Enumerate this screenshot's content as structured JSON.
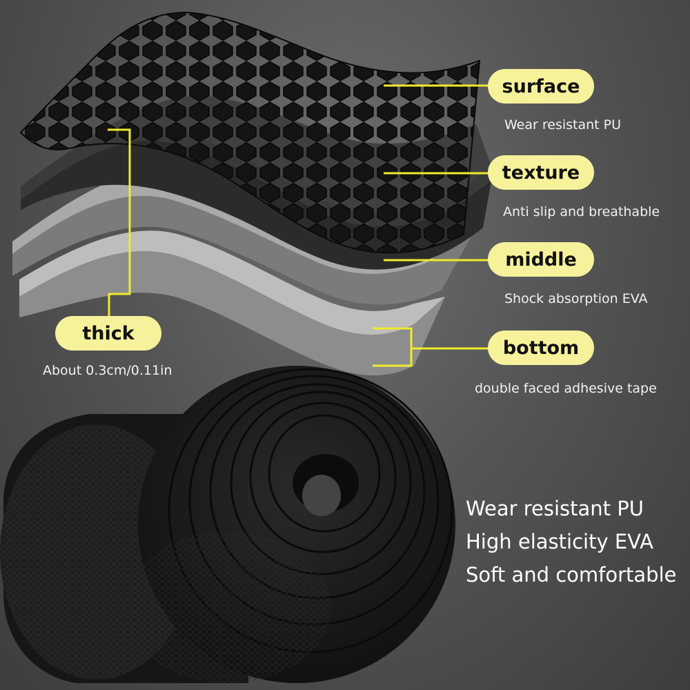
{
  "layers": [
    {
      "name": "surface",
      "description": "Wear resistant PU"
    },
    {
      "name": "texture",
      "description": "Anti slip and breathable"
    },
    {
      "name": "middle",
      "description": "Shock absorption EVA"
    },
    {
      "name": "bottom",
      "description": "double faced adhesive tape"
    }
  ],
  "thickness": {
    "label": "thick",
    "value": "About 0.3cm/0.11in"
  },
  "features": [
    "Wear resistant PU",
    "High elasticity EVA",
    "Soft and comfortable"
  ],
  "colors": {
    "callout_fill": "#f6f29b",
    "leader_line": "#f1ea2c",
    "tape": "#1a1a1a",
    "foam": "#2a2a2a"
  }
}
